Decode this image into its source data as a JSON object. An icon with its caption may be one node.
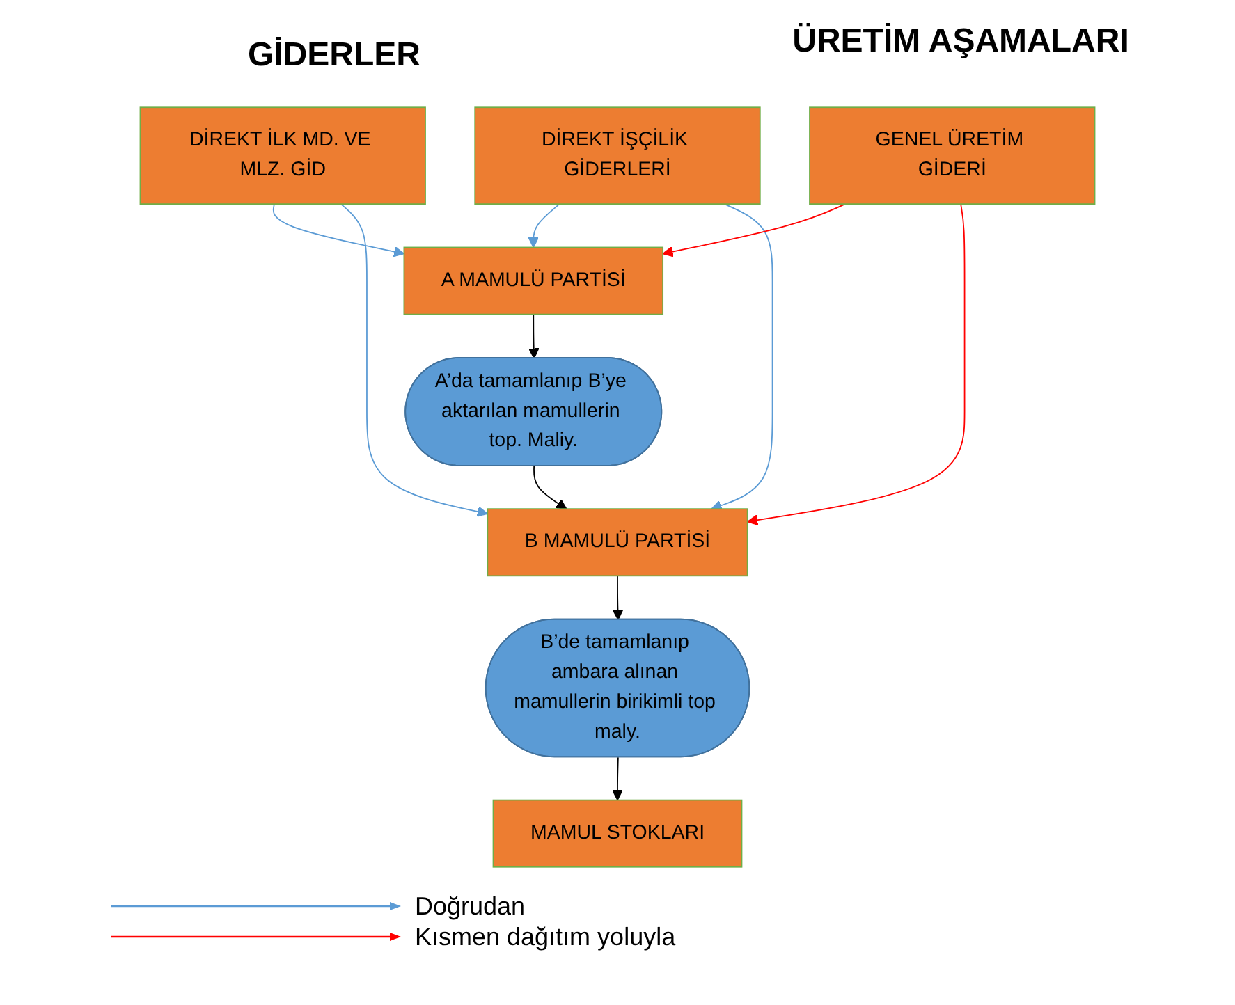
{
  "diagram": {
    "nodes": [
      {
        "text": [
          "DİREKT İLK MD. VE MLZ. GİD"
        ]
      },
      {
        "text": [
          "DİREKT İŞÇİLİK GİDERLERİ"
        ]
      },
      {
        "text": [
          "GENEL ÜRETİM GİDERİ"
        ]
      },
      {
        "text": [
          "A MAMULÜ PARTİSİ"
        ]
      },
      {
        "text": [
          "A’da tamamlanıp B’ye aktarılan mamullerin top. Maliy."
        ]
      },
      {
        "text": [
          "B MAMULÜ PARTİSİ"
        ]
      },
      {
        "text": [
          "B’de tamamlanıp ambara alınan mamullerin birikimli top maly."
        ]
      },
      {
        "text": [
          "MAMUL STOKLARI"
        ]
      }
    ],
    "edges": [
      {
        "from": 0,
        "to": 3,
        "arrow": "to",
        "color": "#5b9bd5"
      },
      {
        "from": 0,
        "to": 5,
        "arrow": "to",
        "color": "#5b9bd5"
      },
      {
        "from": 1,
        "to": 3,
        "arrow": "to",
        "color": "#5b9bd5"
      },
      {
        "from": 1,
        "to": 5,
        "arrow": "to",
        "color": "#5b9bd5"
      },
      {
        "from": 2,
        "to": 3,
        "arrow": "to",
        "color": "#ff0000"
      },
      {
        "from": 2,
        "to": 5,
        "arrow": "to",
        "color": "#ff0000"
      },
      {
        "from": 3,
        "to": 4,
        "arrow": "to",
        "color": "#000000"
      },
      {
        "from": 4,
        "to": 5,
        "arrow": "to",
        "color": "#000000"
      },
      {
        "from": 5,
        "to": 6,
        "arrow": "to",
        "color": "#000000"
      },
      {
        "from": 6,
        "to": 7,
        "arrow": "to",
        "color": "#000000"
      }
    ],
    "labels": [
      "GİDERLER",
      "ÜRETİM AŞAMALARI"
    ],
    "legend": [
      {
        "text": "Doğrudan"
      },
      {
        "text": "Kısmen dağıtım yoluyla"
      }
    ]
  }
}
